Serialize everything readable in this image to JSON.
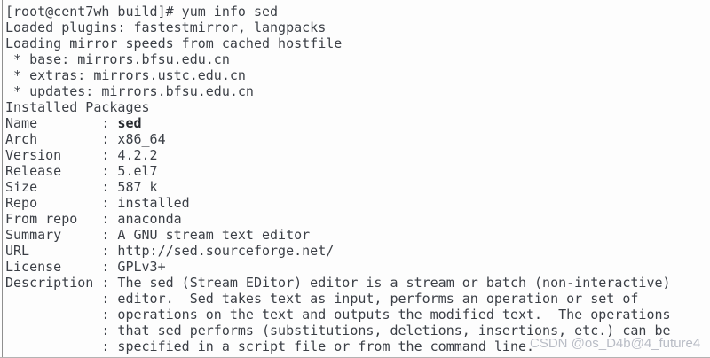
{
  "terminal": {
    "command": "yum info sed",
    "prompt": "[root@cent7wh build]#",
    "lines": [
      {
        "segments": [
          {
            "text": "[root@cent7wh build]# yum info sed"
          }
        ]
      },
      {
        "segments": [
          {
            "text": "Loaded plugins: fastestmirror, langpacks"
          }
        ]
      },
      {
        "segments": [
          {
            "text": "Loading mirror speeds from cached hostfile"
          }
        ]
      },
      {
        "segments": [
          {
            "text": " * base: mirrors.bfsu.edu.cn"
          }
        ]
      },
      {
        "segments": [
          {
            "text": " * extras: mirrors.ustc.edu.cn"
          }
        ]
      },
      {
        "segments": [
          {
            "text": " * updates: mirrors.bfsu.edu.cn"
          }
        ]
      },
      {
        "segments": [
          {
            "text": "Installed Packages"
          }
        ]
      },
      {
        "segments": [
          {
            "text": "Name        : "
          },
          {
            "text": "sed",
            "bold": true
          }
        ]
      },
      {
        "segments": [
          {
            "text": "Arch        : x86_64"
          }
        ]
      },
      {
        "segments": [
          {
            "text": "Version     : 4.2.2"
          }
        ]
      },
      {
        "segments": [
          {
            "text": "Release     : 5.el7"
          }
        ]
      },
      {
        "segments": [
          {
            "text": "Size        : 587 k"
          }
        ]
      },
      {
        "segments": [
          {
            "text": "Repo        : installed"
          }
        ]
      },
      {
        "segments": [
          {
            "text": "From repo   : anaconda"
          }
        ]
      },
      {
        "segments": [
          {
            "text": "Summary     : A GNU stream text editor"
          }
        ]
      },
      {
        "segments": [
          {
            "text": "URL         : http://sed.sourceforge.net/"
          }
        ]
      },
      {
        "segments": [
          {
            "text": "License     : GPLv3+"
          }
        ]
      },
      {
        "segments": [
          {
            "text": "Description : The sed (Stream EDitor) editor is a stream or batch (non-interactive)"
          }
        ]
      },
      {
        "segments": [
          {
            "text": "            : editor.  Sed takes text as input, performs an operation or set of"
          }
        ]
      },
      {
        "segments": [
          {
            "text": "            : operations on the text and outputs the modified text.  The operations"
          }
        ]
      },
      {
        "segments": [
          {
            "text": "            : that sed performs (substitutions, deletions, insertions, etc.) can be"
          }
        ]
      },
      {
        "segments": [
          {
            "text": "            : specified in a script file or from the command line."
          }
        ]
      }
    ],
    "package_info": {
      "name": "sed",
      "arch": "x86_64",
      "version": "4.2.2",
      "release": "5.el7",
      "size": "587 k",
      "repo": "installed",
      "from_repo": "anaconda",
      "summary": "A GNU stream text editor",
      "url": "http://sed.sourceforge.net/",
      "license": "GPLv3+"
    }
  },
  "watermark": {
    "text": "CSDN @os_D4b@4_future4"
  },
  "colors": {
    "background": "#fdfdfd",
    "text": "#3b3f46",
    "text_bold": "#26292e",
    "border": "#8f8f8f",
    "watermark": "#9499a8"
  }
}
